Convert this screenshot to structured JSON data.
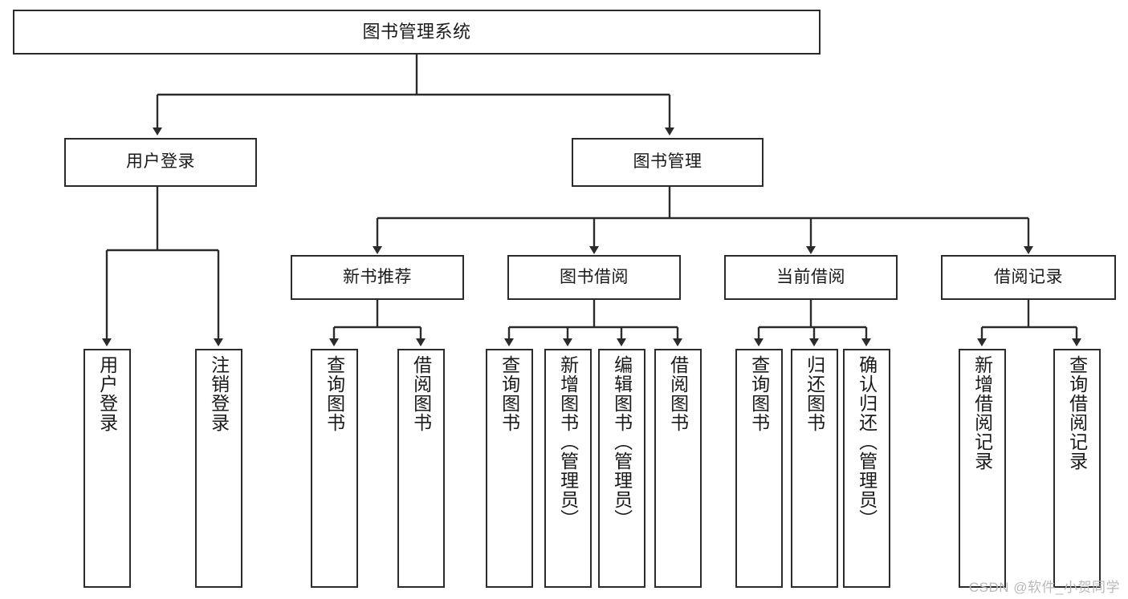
{
  "diagram": {
    "title": "图书管理系统",
    "type": "tree-hierarchy-diagram",
    "colors": {
      "line": "#2b2b2b",
      "box_border": "#2b2b2b",
      "box_fill": "#ffffff",
      "text": "#1a1a1a",
      "watermark": "#b9b9b9"
    },
    "root": {
      "label": "图书管理系统"
    },
    "level2": [
      {
        "label": "用户登录"
      },
      {
        "label": "图书管理"
      }
    ],
    "level3": [
      {
        "label": "新书推荐"
      },
      {
        "label": "图书借阅"
      },
      {
        "label": "当前借阅"
      },
      {
        "label": "借阅记录"
      }
    ],
    "leaves": {
      "user_login": [
        {
          "label": "用户登录"
        },
        {
          "label": "注销登录"
        }
      ],
      "new_book_recommend": [
        {
          "label": "查询图书"
        },
        {
          "label": "借阅图书"
        }
      ],
      "book_borrow": [
        {
          "label": "查询图书"
        },
        {
          "label": "新增图书（管理员）"
        },
        {
          "label": "编辑图书（管理员）"
        },
        {
          "label": "借阅图书"
        }
      ],
      "current_borrow": [
        {
          "label": "查询图书"
        },
        {
          "label": "归还图书"
        },
        {
          "label": "确认归还（管理员）"
        }
      ],
      "borrow_record": [
        {
          "label": "新增借阅记录"
        },
        {
          "label": "查询借阅记录"
        }
      ]
    }
  },
  "watermark": {
    "text": "CSDN @软件_小贺同学"
  }
}
